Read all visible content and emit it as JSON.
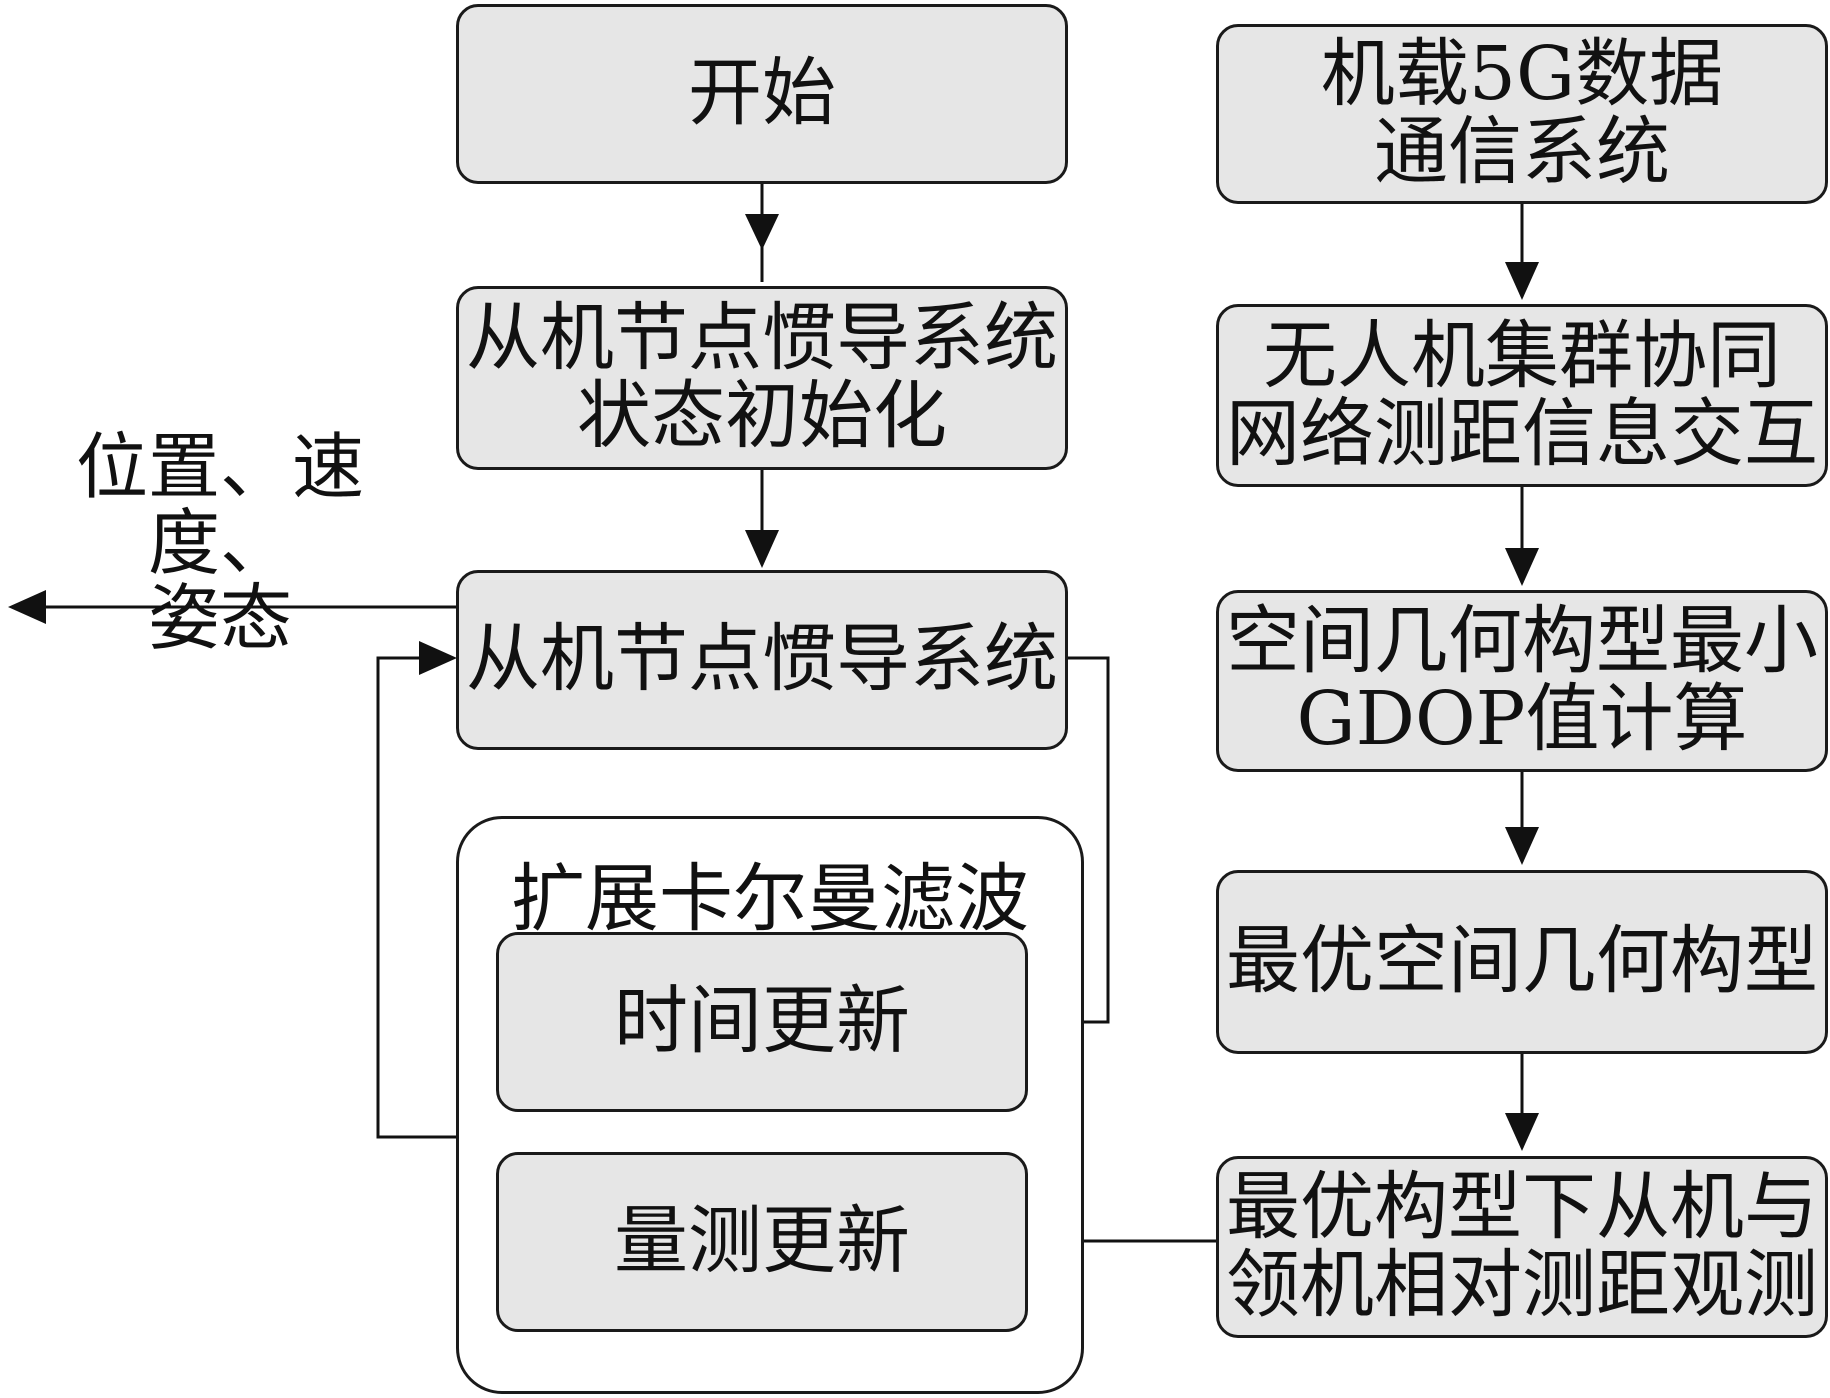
{
  "nodes": {
    "start": "开始",
    "init": "从机节点惯导系统\n状态初始化",
    "ins": "从机节点惯导系统",
    "comm": "机载5G数据\n通信系统",
    "exchange": "无人机集群协同\n网络测距信息交互",
    "gdop": "空间几何构型最小\nGDOP值计算",
    "optimal": "最优空间几何构型",
    "ranging": "最优构型下从机与\n领机相对测距观测"
  },
  "ekf": {
    "title": "扩展卡尔曼滤波",
    "time_update": "时间更新",
    "measurement_update": "量测更新"
  },
  "output_label": "位置、速度、\n姿态",
  "colors": {
    "node_fill": "#e6e6e6",
    "stroke": "#1a1a1a"
  }
}
